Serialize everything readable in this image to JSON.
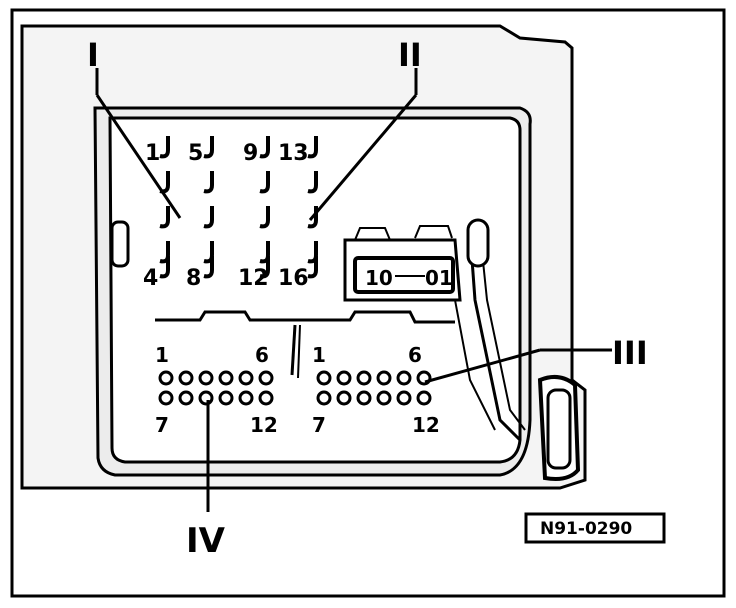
{
  "callouts": {
    "c1": "I",
    "c2": "II",
    "c3": "III",
    "c4": "IV"
  },
  "relay_pins": {
    "p1": "1",
    "p5": "5",
    "p9": "9",
    "p13": "13",
    "p4": "4",
    "p8": "8",
    "p12": "12",
    "p16": "16"
  },
  "fuse_block": {
    "left": "10",
    "right": "01"
  },
  "connector_left": {
    "n1": "1",
    "n6": "6",
    "n7": "7",
    "n12": "12"
  },
  "connector_right": {
    "n1": "1",
    "n6": "6",
    "n7": "7",
    "n12": "12"
  },
  "figure_code": "N91-0290"
}
